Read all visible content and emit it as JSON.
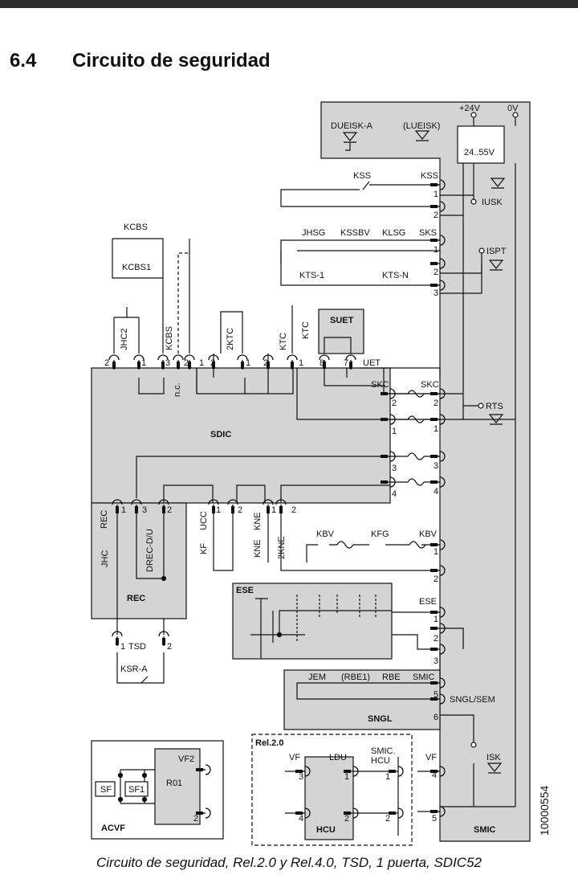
{
  "section": {
    "number": "6.4",
    "title": "Circuito de seguridad"
  },
  "caption": "Circuito de seguridad, Rel.2.0 y Rel.4.0, TSD, 1 puerta, SDIC52",
  "doc_number": "10000554",
  "colors": {
    "module_fill": "#d4d4d4",
    "line": "#111111",
    "top_bar": "#2b2b2b"
  },
  "supply": {
    "plus": "+24V",
    "zero": "0V",
    "psu": "24..55V",
    "dueisk": "DUEISK-A",
    "lueisk": "(LUEISK)"
  },
  "modules": {
    "sdic": "SDIC",
    "smic": "SMIC",
    "rec": "REC",
    "ese": "ESE",
    "sngl": "SNGL",
    "suet": "SUET",
    "hcu": "HCU",
    "acvf": "ACVF",
    "rel": "Rel.2.0"
  },
  "sdic_top": {
    "jhc2": "JHC2",
    "kcbs": "KCBS",
    "n2ktc": "2KTC",
    "ktc": "KTC",
    "ktc_sw": "KTC",
    "nc": "n.c.",
    "uet": "UET",
    "pins": [
      "2",
      "1",
      "3",
      "2",
      "1",
      "2",
      "1",
      "2",
      "1",
      "8",
      "7"
    ]
  },
  "kcbs_contacts": {
    "kcbs": "KCBS",
    "kcbs1": "KCBS1"
  },
  "smic_chain": {
    "kss_sw": "KSS",
    "kss": "KSS",
    "iusk": "IUSK",
    "jhsg": "JHSG",
    "kssbv": "KSSBV",
    "klsg": "KLSG",
    "sks": "SKS",
    "kts1": "KTS-1",
    "ktsn": "KTS-N",
    "ispt": "ISPT",
    "skc_l": "SKC",
    "skc_r": "SKC",
    "rts": "RTS",
    "kbv_l": "KBV",
    "kfg": "KFG",
    "kbv_r": "KBV",
    "ese": "ESE",
    "jem": "JEM",
    "rbe1": "(RBE1)",
    "rbe": "RBE",
    "smic": "SMIC",
    "snglsem": "SNGL/SEM",
    "isk": "ISK",
    "vf": "VF",
    "pins": {
      "kss1": "1",
      "kss2": "2",
      "sks1": "1",
      "sks2": "2",
      "sks3": "3",
      "skc2": "2",
      "skc1": "1",
      "s3": "3",
      "s4": "4",
      "kbv1": "1",
      "kbv2": "2",
      "ese1": "1",
      "ese2": "2",
      "ese3": "3",
      "sm5": "5",
      "sm6": "6",
      "vf4": "4",
      "vf5": "5"
    }
  },
  "sdic_right_pins": {
    "p2": "2",
    "p1": "1",
    "p3": "3",
    "p4": "4"
  },
  "sdic_bottom": {
    "rec": "REC",
    "ucc": "UCC",
    "kne": "KNE",
    "jhc": "JHC",
    "drec": "DREC-D/U",
    "kf": "KF",
    "kne_sw": "KNE",
    "n2kne": "2KNE",
    "pins": [
      "1",
      "3",
      "2",
      "1",
      "2",
      "1",
      "2"
    ]
  },
  "tsd": {
    "label": "TSD",
    "ksra": "KSR-A",
    "p1": "1",
    "p2": "2"
  },
  "acvf": {
    "vf2": "VF2",
    "r01": "R01",
    "sf": "SF",
    "sf1": "SF1",
    "p2": "2"
  },
  "hcu": {
    "vf": "VF",
    "ldu": "LDU",
    "smic_hcu_1": "SMIC.",
    "smic_hcu_2": "HCU",
    "p3": "3",
    "p1a": "1",
    "p1b": "1",
    "p4": "4",
    "p2a": "2",
    "p2b": "2"
  }
}
